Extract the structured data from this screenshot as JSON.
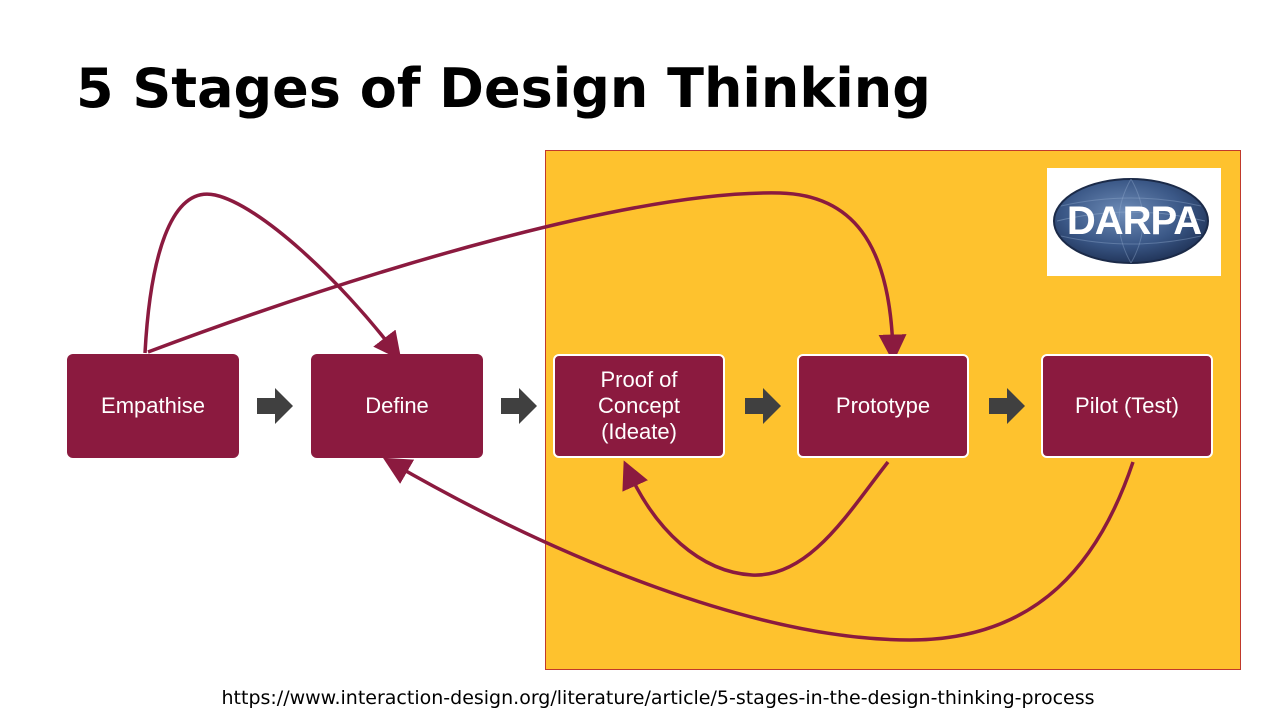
{
  "title": "5 Stages of Design Thinking",
  "logo": {
    "text": "DARPA",
    "icon": "darpa-globe-logo"
  },
  "stages": [
    {
      "id": "empathise",
      "label": "Empathise"
    },
    {
      "id": "define",
      "label": "Define"
    },
    {
      "id": "ideate",
      "label": "Proof of\nConcept\n(Ideate)"
    },
    {
      "id": "prototype",
      "label": "Prototype"
    },
    {
      "id": "test",
      "label": "Pilot (Test)"
    }
  ],
  "connections": [
    {
      "from": "empathise",
      "to": "define"
    },
    {
      "from": "define",
      "to": "ideate"
    },
    {
      "from": "ideate",
      "to": "prototype"
    },
    {
      "from": "prototype",
      "to": "test"
    },
    {
      "from": "empathise",
      "to": "define",
      "kind": "loop"
    },
    {
      "from": "empathise",
      "to": "prototype",
      "kind": "loop"
    },
    {
      "from": "prototype",
      "to": "ideate",
      "kind": "loop"
    },
    {
      "from": "test",
      "to": "define",
      "kind": "loop"
    }
  ],
  "source_url": "https://www.interaction-design.org/literature/article/5-stages-in-the-design-thinking-process",
  "colors": {
    "stage_fill": "#8b1a3f",
    "highlight_region": "#fec22e",
    "flow_line": "#8b1a3f",
    "step_arrow": "#404040"
  }
}
